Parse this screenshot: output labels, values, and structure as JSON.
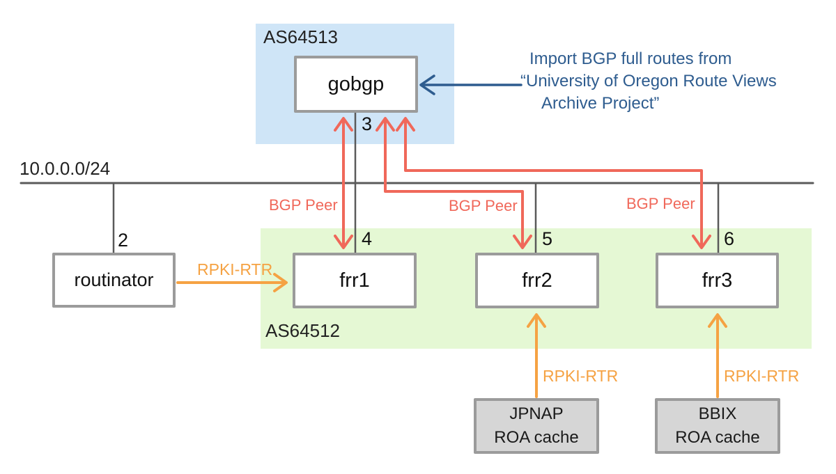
{
  "regions": {
    "as64513": {
      "label": "AS64513"
    },
    "as64512": {
      "label": "AS64512"
    }
  },
  "network": {
    "label": "10.0.0.0/24"
  },
  "nodes": {
    "gobgp": {
      "label": "gobgp"
    },
    "routinator": {
      "label": "routinator"
    },
    "frr1": {
      "label": "frr1"
    },
    "frr2": {
      "label": "frr2"
    },
    "frr3": {
      "label": "frr3"
    },
    "jpnap": {
      "line1": "JPNAP",
      "line2": "ROA cache"
    },
    "bbix": {
      "line1": "BBIX",
      "line2": "ROA cache"
    }
  },
  "ports": {
    "routinator": "2",
    "gobgp": "3",
    "frr1": "4",
    "frr2": "5",
    "frr3": "6"
  },
  "edge_labels": {
    "bgp_peer": "BGP Peer",
    "rpki_rtr": "RPKI-RTR"
  },
  "annotation": {
    "line1": "Import BGP full routes from",
    "line2": "“University of Oregon Route Views",
    "line3": "Archive Project”"
  },
  "colors": {
    "as64513_fill": "#cfe5f7",
    "as64512_fill": "#e5f8d4",
    "bgp_peer_arrow": "#f0685a",
    "rpki_rtr_arrow": "#f5a243",
    "import_arrow": "#2e5c8f",
    "annotation_color": "#2e5c8f",
    "lan_line": "#5a5a5a",
    "node_border": "#9b9b9b",
    "node_fill": "#ffffff",
    "cache_fill": "#d6d6d6"
  }
}
